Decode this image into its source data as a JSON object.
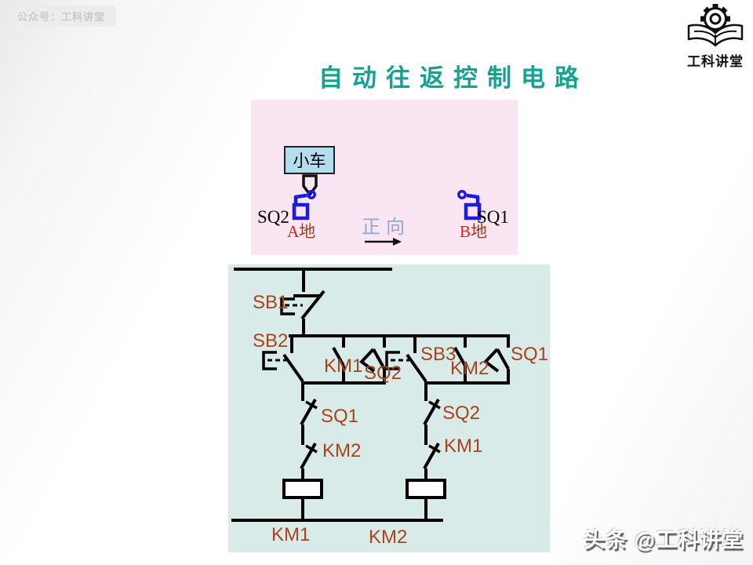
{
  "header": {
    "badge_text": "公众号：工科讲堂",
    "logo_text": "工科讲堂",
    "title": "自动往返控制电路"
  },
  "motion_diagram": {
    "cart_label": "小车",
    "left_switch_label": "SQ2",
    "left_place_letter": "A",
    "left_place_suffix": "地",
    "direction_label": "正向",
    "right_switch_label": "SQ1",
    "right_place_letter": "B",
    "right_place_suffix": "地"
  },
  "circuit": {
    "labels": {
      "sb1": "SB1",
      "sb2": "SB2",
      "km1_no": "KM1",
      "sq2_no": "SQ2",
      "sb3": "SB3",
      "km2_no": "KM2",
      "sq1_no": "SQ1",
      "sq1_nc": "SQ1",
      "km2_nc": "KM2",
      "sq2_nc": "SQ2",
      "km1_nc": "KM1",
      "coil1": "KM1",
      "coil2": "KM2"
    }
  },
  "watermark": "头条 @工科讲堂",
  "colors": {
    "title_teal": "#16a191",
    "circuit_label_brick": "#a8431d",
    "switch_blue": "#1a1ae0",
    "direction_blue": "#92a7d8",
    "pink_panel": "#fae5f2",
    "cyan_panel": "#d8ebe8",
    "cart_fill": "#b3ddee",
    "place_letter_red": "#cc2418",
    "place_suffix_brown": "#a23c17"
  }
}
